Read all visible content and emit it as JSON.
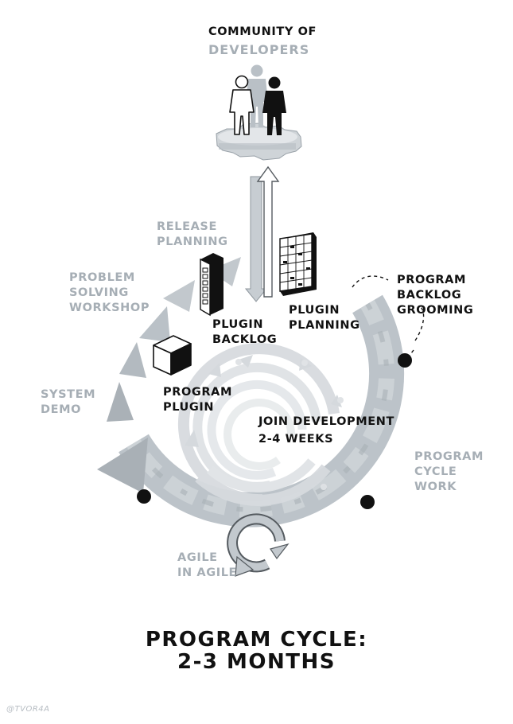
{
  "community": {
    "line1": "COMMUNITY OF",
    "line2": "DEVELOPERS"
  },
  "labels": {
    "release_planning": "RELEASE\nPLANNING",
    "problem_solving_workshop": "PROBLEM\nSOLVING\nWORKSHOP",
    "system_demo": "SYSTEM\nDEMO",
    "plugin_backlog": "PLUGIN\nBACKLOG",
    "plugin_planning": "PLUGIN\nPLANNING",
    "program_backlog_grooming": "PROGRAM\nBACKLOG\nGROOMING",
    "program_plugin": "PROGRAM\nPLUGIN",
    "join_development": "JOIN DEVELOPMENT\n2-4 WEEKS",
    "program_cycle_work": "PROGRAM\nCYCLE\nWORK",
    "agile_in_agile": "AGILE\nIN AGILE"
  },
  "title": {
    "line1": "PROGRAM CYCLE:",
    "line2": "2-3 MONTHS"
  },
  "credit": "@TVOR4A",
  "colors": {
    "ink": "#111111",
    "accent_gray": "#a6aeb5",
    "ring_gray": "#b9c0c6",
    "ring_dark": "#9aa2a9",
    "light_gray": "#d7dbdf"
  }
}
